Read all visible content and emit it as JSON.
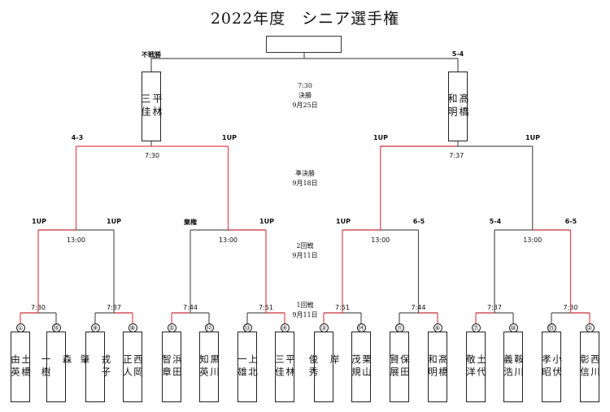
{
  "title": "2022年度　シニア選手権",
  "rounds": {
    "final": {
      "time": "7:30",
      "name": "決勝",
      "date": "9月25日"
    },
    "semi": {
      "name": "準決勝",
      "date": "9月18日"
    },
    "second": {
      "name": "2回戦",
      "date": "9月11日"
    },
    "first": {
      "name": "1回戦",
      "date": "9月11日"
    }
  },
  "players": [
    {
      "seed": "①",
      "name": "土橋\n由英"
    },
    {
      "seed": "⑯",
      "name": "森\n\n一樹"
    },
    {
      "seed": "⑨",
      "name": "戎子\n\n肇"
    },
    {
      "seed": "⑧",
      "name": "西岡\n正人"
    },
    {
      "seed": "⑤",
      "name": "浜田\n智章"
    },
    {
      "seed": "⑫",
      "name": "黒川\n知英"
    },
    {
      "seed": "⑬",
      "name": "上北\n一雄"
    },
    {
      "seed": "④",
      "name": "平林\n三佳"
    },
    {
      "seed": "③",
      "name": "岸\n\n俊秀"
    },
    {
      "seed": "⑭",
      "name": "栗山\n茂規"
    },
    {
      "seed": "⑪",
      "name": "保田\n賢展"
    },
    {
      "seed": "⑥",
      "name": "髙橋\n和明"
    },
    {
      "seed": "⑦",
      "name": "土代\n敬洋"
    },
    {
      "seed": "⑩",
      "name": "鞍川\n義浩"
    },
    {
      "seed": "⑮",
      "name": "小伏\n孝昭"
    },
    {
      "seed": "②",
      "name": "西川\n彰信"
    }
  ],
  "r1_times": [
    "7:30",
    "7:37",
    "7:44",
    "7:51",
    "7:51",
    "7:44",
    "7:37",
    "7:30"
  ],
  "r1_results": [
    {
      "left": "1UP",
      "right": "1UP"
    },
    {
      "left": "棄権",
      "right": "1UP"
    },
    {
      "left": "1UP",
      "right": "6-5"
    },
    {
      "left": "5-4",
      "right": "6-5"
    }
  ],
  "qf_times": [
    "13:00",
    "13:00",
    "13:00",
    "13:00"
  ],
  "qf_results": [
    {
      "left": "4-3",
      "right": "1UP"
    },
    {
      "left": "1UP",
      "right": "1UP"
    }
  ],
  "sf_times": [
    "7:30",
    "7:37"
  ],
  "final_results": {
    "left": "不戦勝",
    "right": "5-4"
  },
  "finalists": [
    {
      "name": "平林\n三佳"
    },
    {
      "name": "髙橋\n和明"
    }
  ],
  "colors": {
    "winner_line": "#e0474f",
    "line": "#555555"
  }
}
